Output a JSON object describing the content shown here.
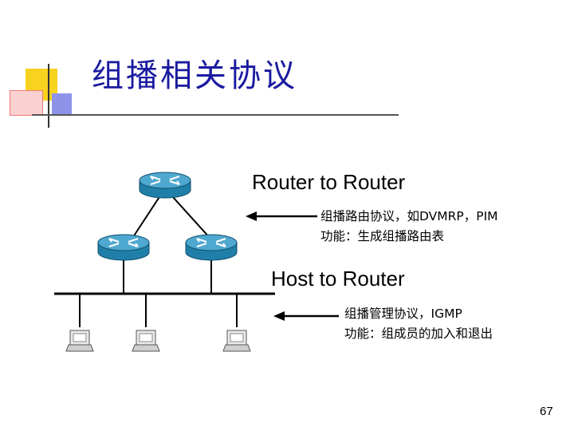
{
  "slide": {
    "title": "组播相关协议",
    "page_number": "67"
  },
  "router_to_router": {
    "heading": "Router to Router",
    "line1": "组播路由协议，如DVMRP，PIM",
    "line2": "功能：生成组播路由表"
  },
  "host_to_router": {
    "heading": "Host to Router",
    "line1": "组播管理协议，IGMP",
    "line2": "功能：组成员的加入和退出"
  },
  "colors": {
    "title": "#1a1aa0",
    "router_body": "#1f7fa8",
    "router_top": "#4fa8d0",
    "deco_yellow": "#f7d21e",
    "deco_red": "#f27878",
    "deco_blue": "#8c93e8"
  },
  "icons": {
    "router": "router-icon",
    "host": "computer-terminal-icon"
  }
}
